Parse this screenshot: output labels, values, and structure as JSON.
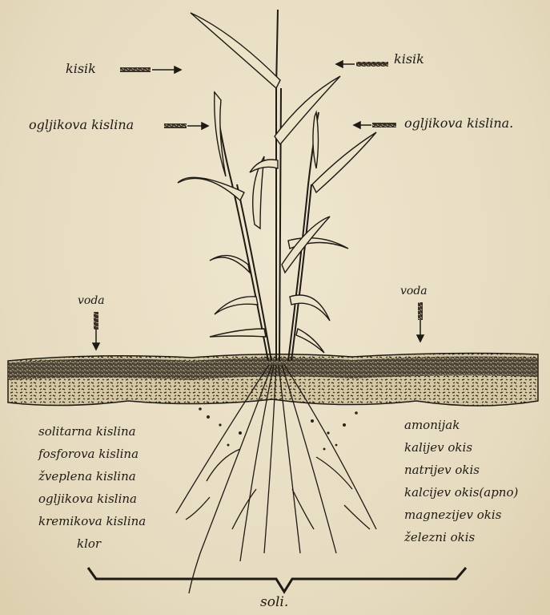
{
  "labels": {
    "oxygen_left": "kisik",
    "oxygen_right": "kisik",
    "co2_left": "ogljikova kislina",
    "co2_right": "ogljikova kislina.",
    "water_left": "voda",
    "water_right": "voda",
    "salts": "soli."
  },
  "acids": [
    "solitarna kislina",
    "fosforova kislina",
    "žveplena kislina",
    "ogljikova kislina",
    "kremikova kislina",
    "klor"
  ],
  "bases": [
    "amonijak",
    "kalijev okis",
    "natrijev okis",
    "kalcijev okis(apno)",
    "magnezijev okis",
    "železni okis"
  ],
  "colors": {
    "ink": "#1e1a14",
    "paper": "#e9dfc5"
  }
}
